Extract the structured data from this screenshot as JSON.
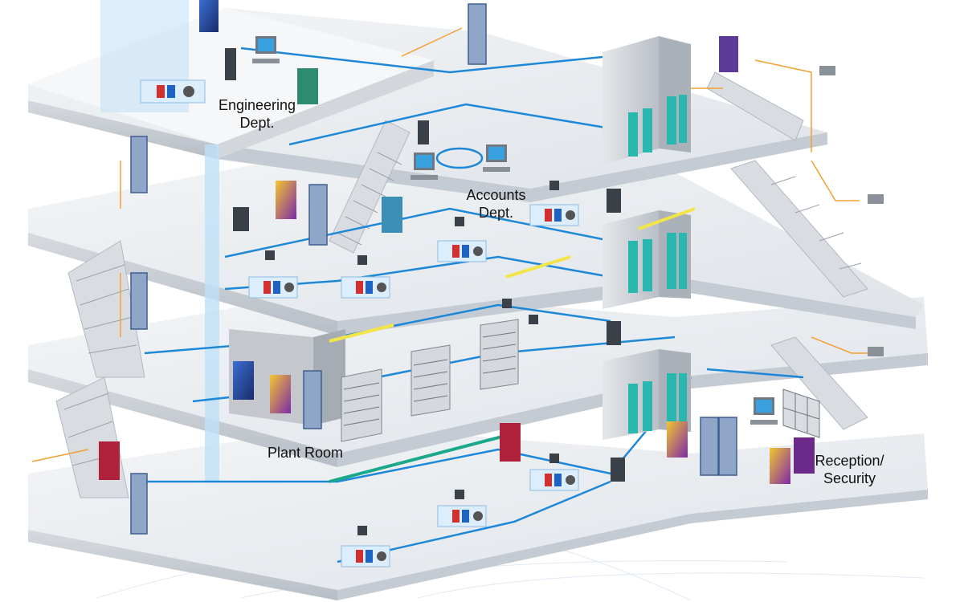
{
  "labels": {
    "engineering": {
      "line1": "Engineering",
      "line2": "Dept."
    },
    "accounts": {
      "line1": "Accounts",
      "line2": "Dept."
    },
    "plant_room": {
      "line1": "Plant Room"
    },
    "reception": {
      "line1": "Reception/",
      "line2": "Security"
    }
  },
  "colors": {
    "floor_top": "#e9ecf0",
    "floor_edge": "#c9ced5",
    "network_cable": "#1e88d8",
    "power_cable": "#f5a033",
    "riser": "#bfe0f7",
    "server_rack": "#cfd3d8",
    "rack_glass": "#2ab7b0",
    "sprinkler_yellow": "#f2e54a",
    "sprinkler_green": "#1aa88a",
    "door": "#8fa6c8"
  }
}
